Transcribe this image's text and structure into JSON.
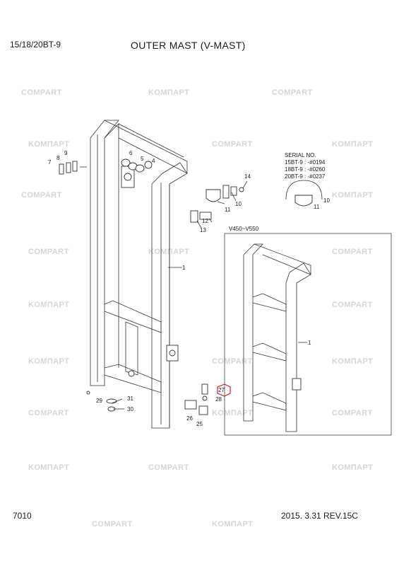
{
  "header": {
    "model": "15/18/20BT-9",
    "title": "OUTER MAST (V-MAST)"
  },
  "footer": {
    "page_number": "7010",
    "date_revision": "2015. 3.31  REV.15C"
  },
  "watermarks": [
    "COMPART",
    "KOMПАРТ",
    "COMPART",
    "KOMПАРТ",
    "COMPART",
    "KOMПАРТ",
    "COMPART",
    "KOMПАРТ",
    "COMPART",
    "KOMПАРТ",
    "COMPART",
    "KOMПАРТ",
    "COMPART",
    "KOMПАРТ",
    "COMPART",
    "KOMПАРТ",
    "COMPART",
    "KOMПАРТ",
    "COMPART",
    "KOMПАРТ",
    "COMPART",
    "KOMПАРТ",
    "COMPART",
    "KOMПАРТ"
  ],
  "serial_box": {
    "heading": "SERIAL NO.",
    "lines": [
      "15BT-9 : -#0194",
      "18BT-9 : -#0260",
      "20BT-9 : -#0237"
    ]
  },
  "variant_label": "V450~V550",
  "callouts": [
    "1",
    "4",
    "5",
    "6",
    "7",
    "8",
    "9",
    "10",
    "11",
    "12",
    "13",
    "14",
    "25",
    "26",
    "27",
    "28",
    "29",
    "30",
    "31",
    "10",
    "11",
    "1"
  ],
  "colors": {
    "line": "#333333",
    "watermark": "#d6d6d6",
    "highlight": "#cc2222"
  }
}
